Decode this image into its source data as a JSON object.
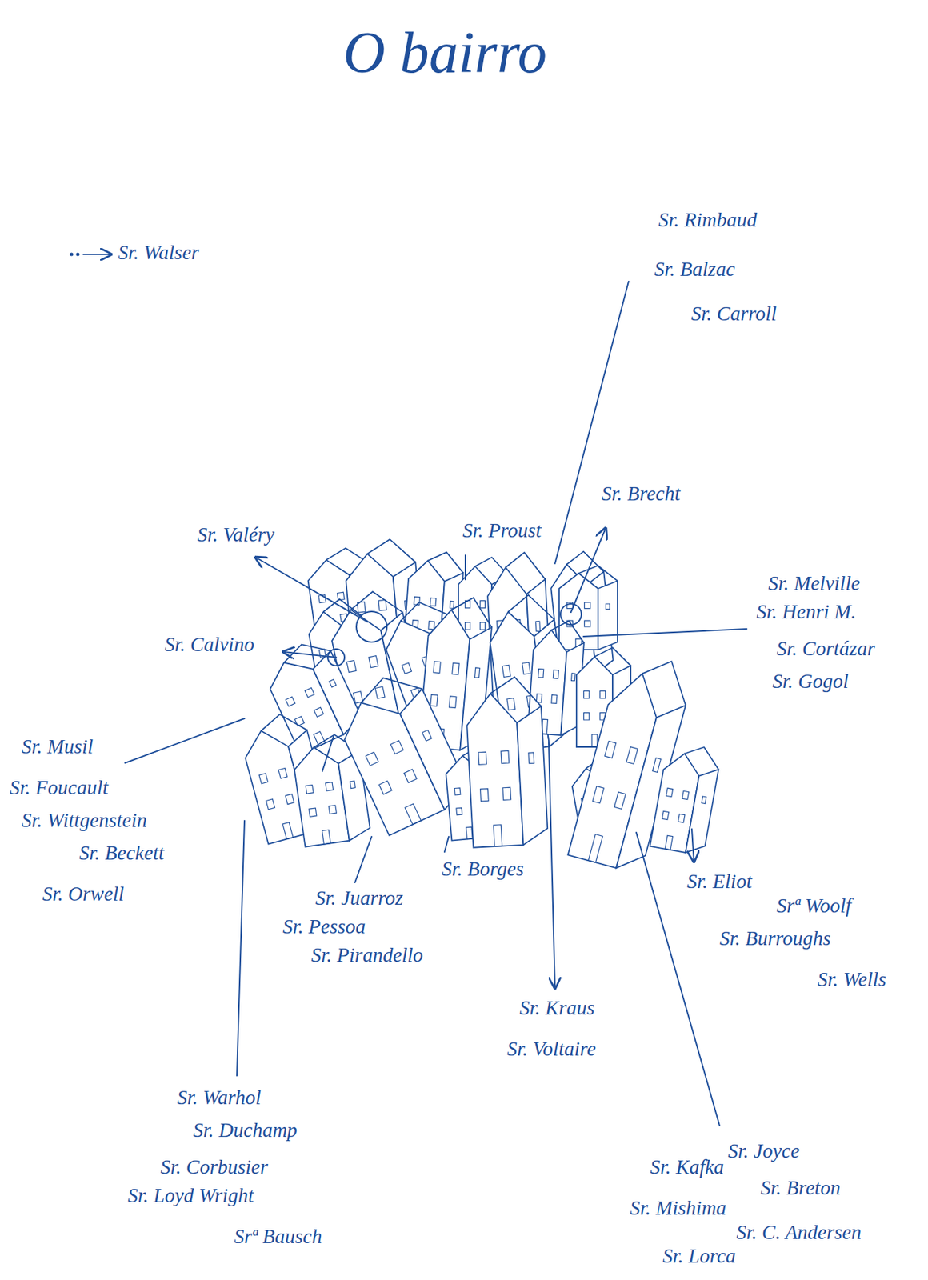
{
  "diagram": {
    "title": "O bairro",
    "labels": [
      "Sr. Walser",
      "Sr. Rimbaud",
      "Sr. Balzac",
      "Sr. Carroll",
      "Sr. Brecht",
      "Sr. Valéry",
      "Sr. Proust",
      "Sr. Calvino",
      "Sr. Melville",
      "Sr. Henri M.",
      "Sr. Cortázar",
      "Sr. Gogol",
      "Sr. Musil",
      "Sr. Foucault",
      "Sr. Wittgenstein",
      "Sr. Beckett",
      "Sr. Orwell",
      "Sr. Juarroz",
      "Sr. Pessoa",
      "Sr. Pirandello",
      "Sr. Borges",
      "Sr. Kraus",
      "Sr. Voltaire",
      "Sr. Eliot",
      "Srª Woolf",
      "Sr. Burroughs",
      "Sr. Wells",
      "Sr. Warhol",
      "Sr. Duchamp",
      "Sr. Corbusier",
      "Sr. Loyd Wright",
      "Srª Bausch",
      "Sr. Joyce",
      "Sr. Kafka",
      "Sr. Breton",
      "Sr. Mishima",
      "Sr. C. Andersen",
      "Sr. Lorca"
    ]
  }
}
